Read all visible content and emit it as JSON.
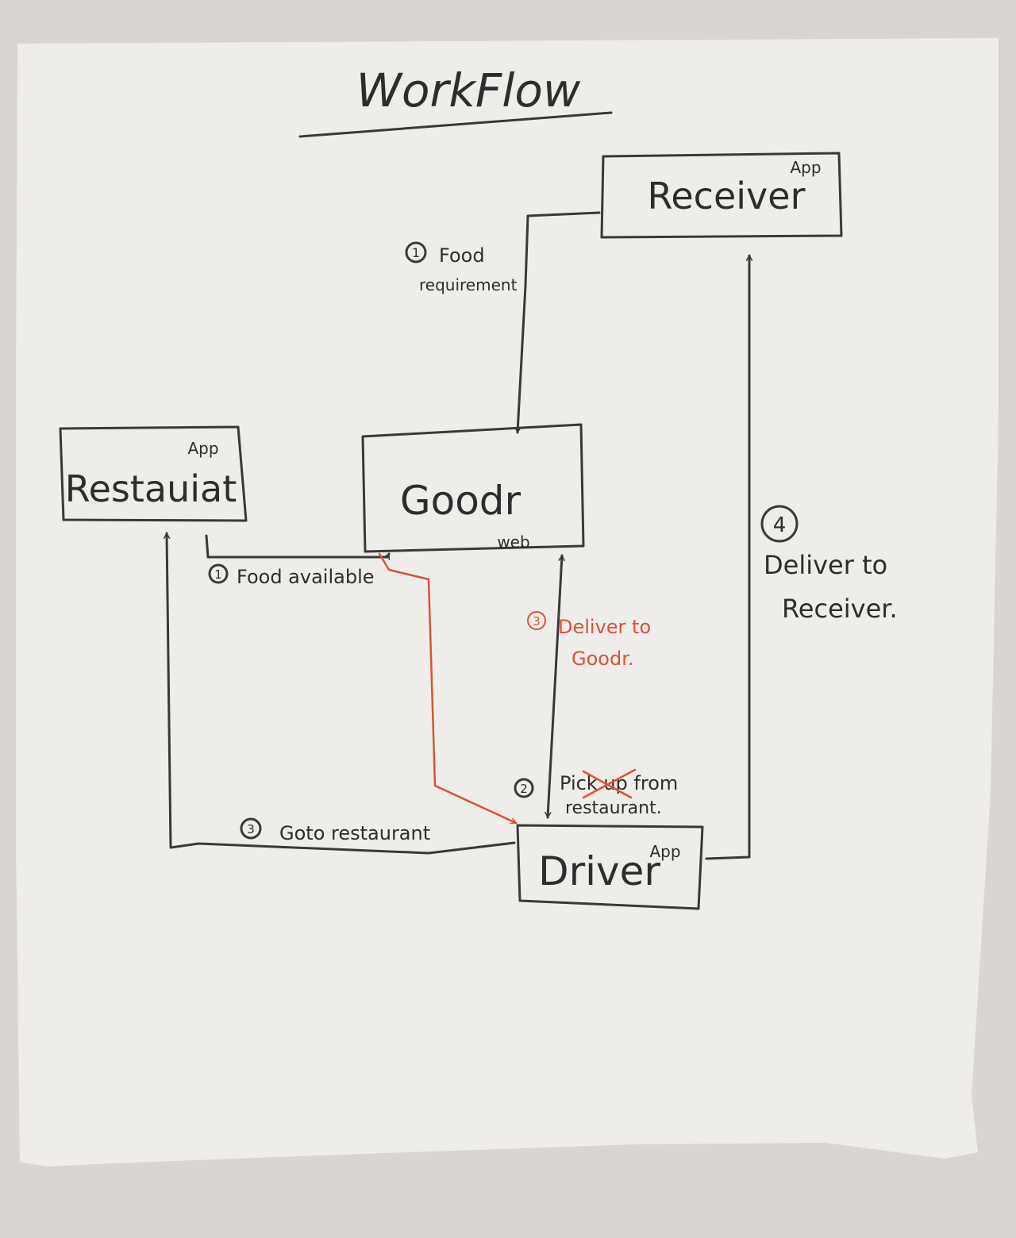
{
  "colors": {
    "wall": "#d9d6d1",
    "paper": "#efedea",
    "ink": "#3a3838",
    "red_marker": "#d9523b"
  },
  "diagram": {
    "title": "WorkFlow",
    "nodes": {
      "receiver": {
        "label": "Receiver",
        "tag": "App"
      },
      "restaurant": {
        "label": "Restauiat",
        "tag": "App"
      },
      "goodr": {
        "label": "Goodr",
        "tag": "web"
      },
      "driver": {
        "label": "Driver",
        "tag": "App"
      }
    },
    "edges": {
      "food_requirement": {
        "step": "1",
        "line1": "Food",
        "line2": "requirement"
      },
      "food_available": {
        "step": "1",
        "text": "Food available"
      },
      "deliver_to_goodr": {
        "step": "3",
        "line1": "Deliver to",
        "line2": "Goodr."
      },
      "pick_up": {
        "step": "2",
        "line1": "Pick up from",
        "line2": "restaurant."
      },
      "goto_restaurant": {
        "step": "3",
        "text": "Goto restaurant"
      },
      "deliver_to_receiver": {
        "step": "4",
        "line1": "Deliver to",
        "line2": "Receiver."
      }
    }
  }
}
